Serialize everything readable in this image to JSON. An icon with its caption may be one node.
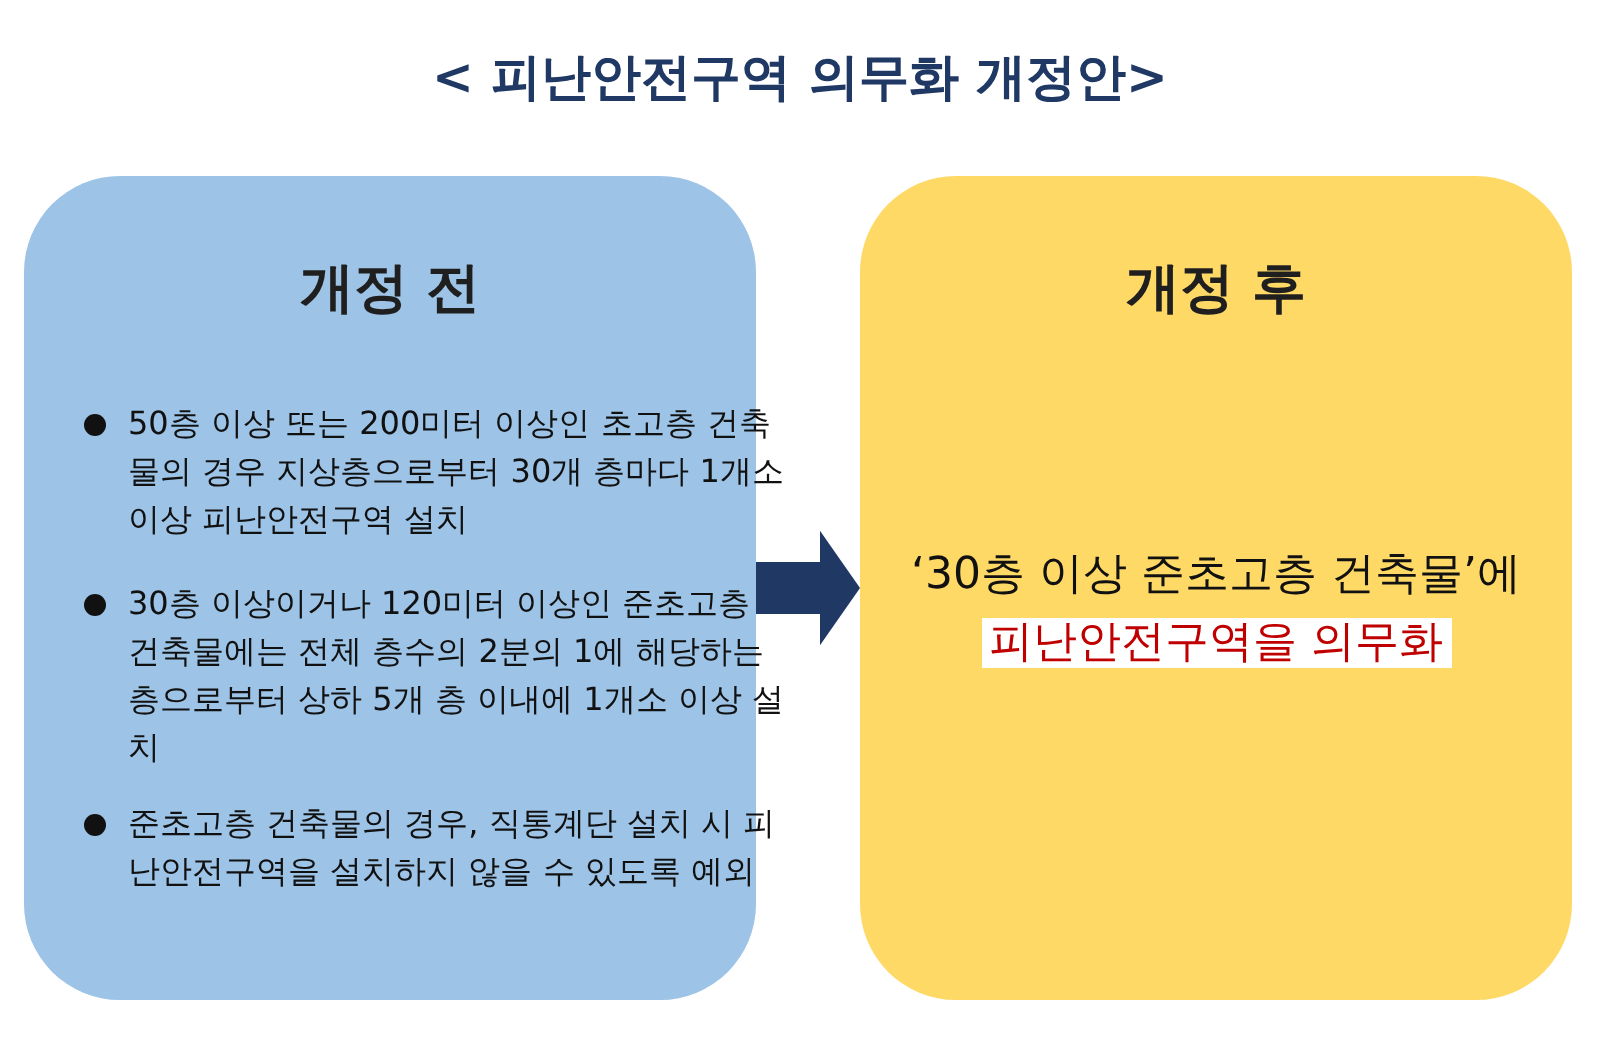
{
  "diagram": {
    "title": "< 피난안전구역 의무화 개정안>",
    "nodes": [
      {
        "text": [
          "개정 전",
          "50층 이상 또는 200미터 이상인 초고층 건축물의 경우 지상층으로부터 30개 층마다 1개소 이상 피난안전구역 설치",
          "30층 이상이거나 120미터 이상인 준초고층 건축물에는 전체 층수의 2분의 1에 해당하는 층으로부터 상하 5개 층 이내에 1개소 이상 설치",
          "준초고층 건축물의 경우, 직통계단 설치 시 피난안전구역을 설치하지 않을 수 있도록 예외"
        ]
      },
      {
        "text": [
          "개정 후",
          "‘30층 이상 준초고층 건축물’에",
          "피난안전구역을 의무화"
        ]
      }
    ],
    "edges": [
      {
        "from": 0,
        "to": 1,
        "arrow": "to",
        "style": "thick"
      }
    ]
  }
}
